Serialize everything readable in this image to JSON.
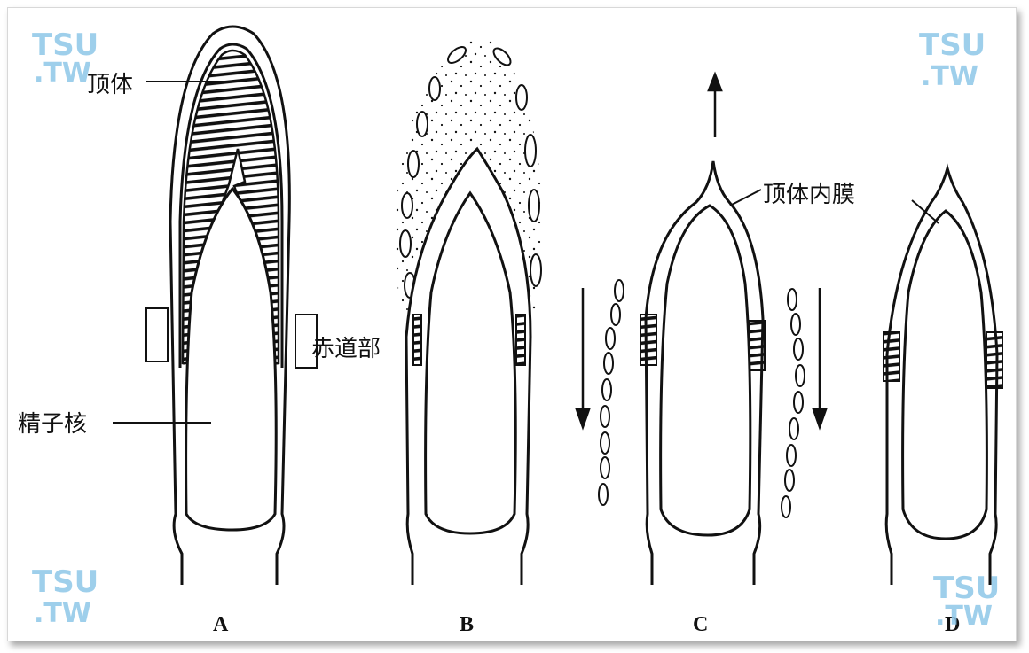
{
  "labels": {
    "acrosome": "顶体",
    "equatorial_segment": "赤道部",
    "sperm_nucleus": "精子核",
    "inner_acrosomal_membrane": "顶体内膜"
  },
  "panels": [
    "A",
    "B",
    "C",
    "D"
  ],
  "watermark": {
    "line1": "TSU",
    "line2": ".TW",
    "color": "#8ec7e8"
  }
}
